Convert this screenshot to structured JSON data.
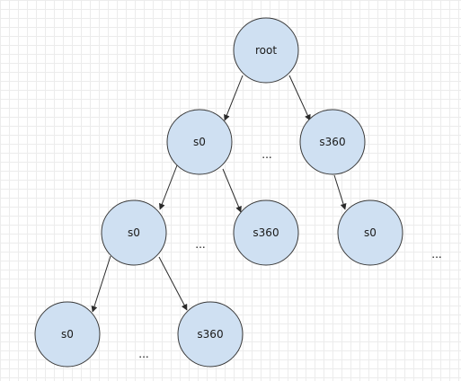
{
  "nodes": {
    "root": "root",
    "n1": "s0",
    "n2": "s360",
    "n3": "s0",
    "n4": "s360",
    "n5": "s0",
    "n6": "s0",
    "n7": "s360"
  },
  "ellipses": {
    "e1": "...",
    "e2": "...",
    "e3": "...",
    "e4": "..."
  },
  "colors": {
    "node_fill": "#cfe0f2",
    "node_stroke": "#3a3a3a",
    "edge": "#2a2a2a"
  }
}
